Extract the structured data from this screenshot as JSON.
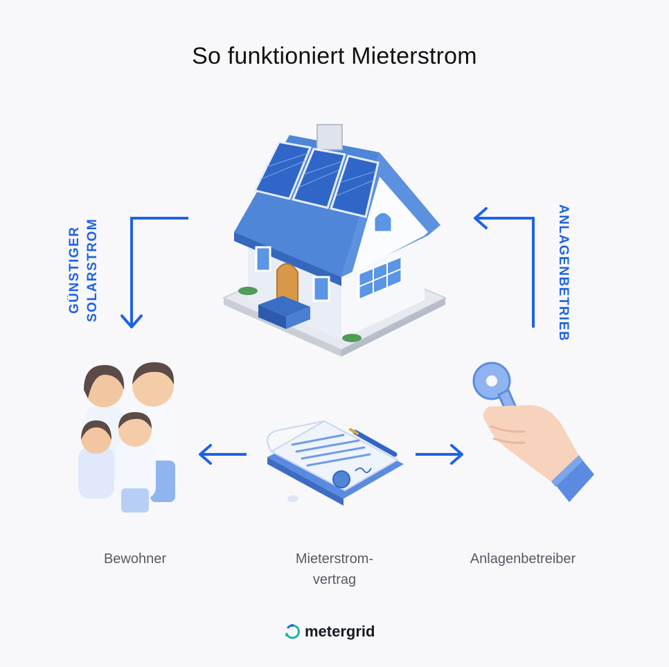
{
  "title": "So funktioniert Mieterstrom",
  "flow": {
    "left_label_line1": "GÜNSTIGER",
    "left_label_line2": "SOLARSTROM",
    "right_label": "ANLAGENBETRIEB"
  },
  "captions": {
    "bewohner": "Bewohner",
    "vertrag_line1": "Mieterstrom-",
    "vertrag_line2": "vertrag",
    "anlagenbetreiber": "Anlagenbetreiber"
  },
  "brand": {
    "name": "metergrid",
    "logo_icon": "metergrid-logo-icon"
  },
  "colors": {
    "accent": "#1e63e6",
    "background": "#f8f8fb",
    "roof": "#4f86d8",
    "wall": "#f2f5fb",
    "logo_teal": "#1ab3a3"
  }
}
